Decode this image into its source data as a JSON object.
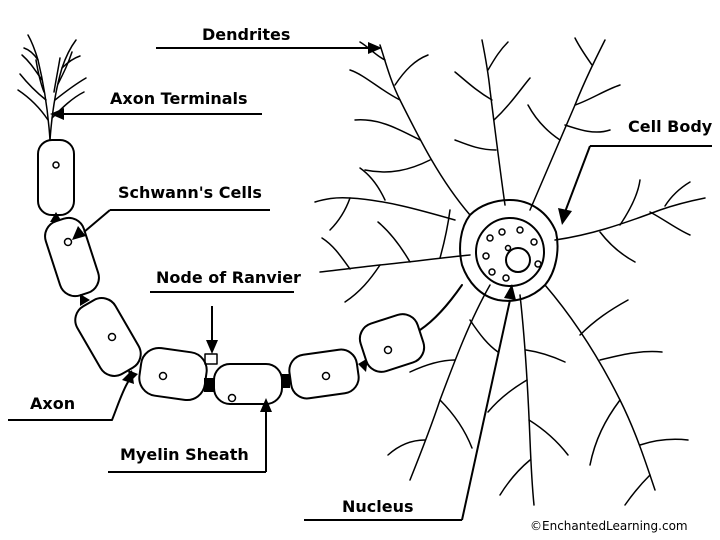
{
  "labels": {
    "dendrites": "Dendrites",
    "axon_terminals": "Axon Terminals",
    "cell_body": "Cell Body",
    "schwanns_cells": "Schwann's Cells",
    "node_of_ranvier": "Node of Ranvier",
    "axon": "Axon",
    "myelin_sheath": "Myelin Sheath",
    "nucleus": "Nucleus"
  },
  "credit": "©EnchantedLearning.com",
  "colors": {
    "ink": "#000000",
    "background": "#ffffff"
  }
}
